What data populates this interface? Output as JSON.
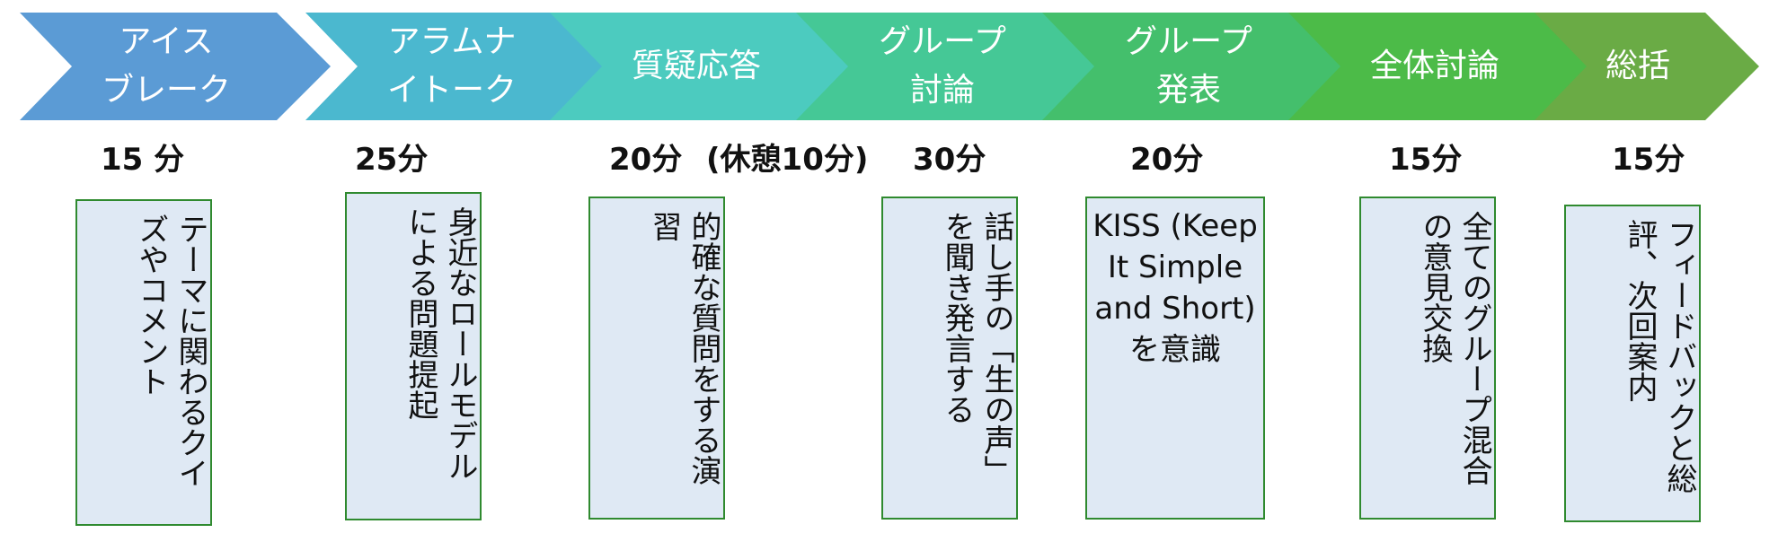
{
  "steps": [
    {
      "label": "アイス\nブレーク",
      "duration": "15 分",
      "detail": "テーマに関わるクイズやコメント",
      "color": "#5b9bd5"
    },
    {
      "label": "アラムナ\nイトーク",
      "duration": "25分",
      "detail": "身近なロールモデルによる問題提起",
      "color": "#4bb8cf"
    },
    {
      "label": "質疑応答",
      "duration": "20分",
      "detail": "的確な質問をする演習",
      "color": "#4ccbbf"
    },
    {
      "label": "グループ\n討論",
      "duration": "30分",
      "detail": "話し手の「生の声」を聞き発言する",
      "color": "#45c896"
    },
    {
      "label": "グループ\n発表",
      "duration": "20分",
      "detail": "KISS (Keep It Simple and Short)を意識",
      "color": "#44bf6c"
    },
    {
      "label": "全体討論",
      "duration": "15分",
      "detail": "全てのグループ混合の意見交換",
      "color": "#4cbb48"
    },
    {
      "label": "総括",
      "duration": "15分",
      "detail": "フィードバックと総評、次回案内",
      "color": "#6aab45"
    }
  ],
  "break_label": "(休憩10分)",
  "box_border_color": "#2f8a2f",
  "box_fill_color": "#dfe9f4"
}
